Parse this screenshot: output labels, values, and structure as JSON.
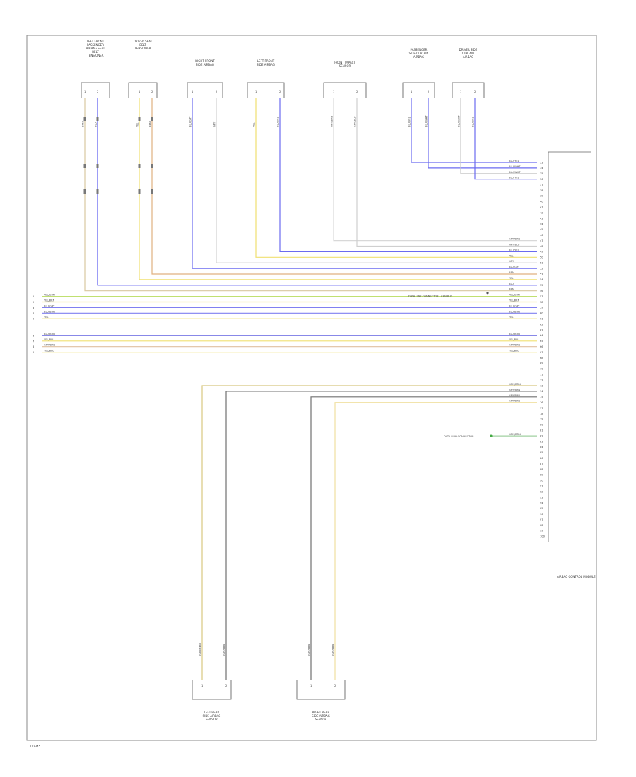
{
  "figure": {
    "code": "T12345"
  },
  "module": {
    "name": "AIRBAG CONTROL MODULE",
    "pins": [
      "33",
      "34",
      "35",
      "36",
      "37",
      "38",
      "39",
      "40",
      "41",
      "42",
      "43",
      "44",
      "45",
      "46",
      "47",
      "48",
      "49",
      "50",
      "51",
      "52",
      "53",
      "54",
      "55",
      "56",
      "57",
      "58",
      "59",
      "60",
      "61",
      "62",
      "63",
      "64",
      "65",
      "66",
      "67",
      "68",
      "69",
      "70",
      "71",
      "72",
      "73",
      "74",
      "75",
      "76",
      "77",
      "78",
      "79",
      "80",
      "81",
      "82",
      "83",
      "84",
      "85",
      "86",
      "87",
      "88",
      "89",
      "90",
      "91",
      "92",
      "93",
      "94",
      "95",
      "96",
      "97",
      "98",
      "99",
      "100"
    ]
  },
  "components": [
    {
      "id": "c1",
      "name": "LEFT FRONT PASSENGER AIRBAG SEAT BELT TENSIONER",
      "pins": [
        "1",
        "2"
      ]
    },
    {
      "id": "c2",
      "name": "DRIVER SEAT BELT TENSIONER",
      "pins": [
        "1",
        "2"
      ]
    },
    {
      "id": "c3",
      "name": "RIGHT FRONT SIDE AIRBAG",
      "pins": [
        "1",
        "2"
      ]
    },
    {
      "id": "c4",
      "name": "LEFT FRONT SIDE AIRBAG",
      "pins": [
        "1",
        "2"
      ]
    },
    {
      "id": "c5",
      "name": "FRONT IMPACT SENSOR",
      "pins": [
        "1",
        "2"
      ]
    },
    {
      "id": "c6",
      "name": "PASSENGER SIDE CURTAIN AIRBAG",
      "pins": [
        "1",
        "2"
      ]
    },
    {
      "id": "c7",
      "name": "DRIVER SIDE CURTAIN AIRBAG",
      "pins": [
        "1",
        "2"
      ]
    },
    {
      "id": "c8",
      "name": "LEFT REAR SIDE AIRBAG SENSOR",
      "pins": [
        "1",
        "2"
      ]
    },
    {
      "id": "c9",
      "name": "RIGHT REAR SIDE AIRBAG SENSOR",
      "pins": [
        "1",
        "2"
      ]
    }
  ],
  "wires": [
    {
      "id": "w1",
      "label": "BLU/YEL",
      "pin": "33",
      "color": "#6b6bf0"
    },
    {
      "id": "w2",
      "label": "BLU/WHT",
      "pin": "34",
      "color": "#6b6bf0"
    },
    {
      "id": "w3",
      "label": "BLU/WHT",
      "pin": "35",
      "color": "#c8c8c8"
    },
    {
      "id": "w4",
      "label": "BLU/YEL",
      "pin": "36",
      "color": "#6b6bf0"
    },
    {
      "id": "w5",
      "label": "GRY/BRN",
      "pin": "47",
      "color": "#d8d8d8"
    },
    {
      "id": "w6",
      "label": "GRY/BLU",
      "pin": "48",
      "color": "#cfcfcf"
    },
    {
      "id": "w7",
      "label": "BLU/YEL",
      "pin": "49",
      "color": "#6b6bf0"
    },
    {
      "id": "w8",
      "label": "YEL",
      "pin": "50",
      "color": "#f0e070"
    },
    {
      "id": "w9",
      "label": "GRY",
      "pin": "51",
      "color": "#d0d0d0"
    },
    {
      "id": "w10",
      "label": "BLU/GRY",
      "pin": "52",
      "color": "#6b6bf0"
    },
    {
      "id": "w11",
      "label": "BRN",
      "pin": "53",
      "color": "#e0b080"
    },
    {
      "id": "w12",
      "label": "YEL",
      "pin": "54",
      "color": "#f0e070"
    },
    {
      "id": "w13",
      "label": "BLU",
      "pin": "55",
      "color": "#5b5bf0"
    },
    {
      "id": "w14",
      "label": "BRN",
      "pin": "56",
      "color": "#d8c8a0"
    },
    {
      "id": "w15",
      "label": "YEL/GRN",
      "pin": "57",
      "color": "#c0e070"
    },
    {
      "id": "w16",
      "label": "YEL/BRN",
      "pin": "58",
      "color": "#f0e070"
    },
    {
      "id": "w17",
      "label": "BLU/GRY",
      "pin": "59",
      "color": "#8080f0"
    },
    {
      "id": "w18",
      "label": "BLU/BRN",
      "pin": "60",
      "color": "#8080f0"
    },
    {
      "id": "w19",
      "label": "YEL",
      "pin": "61",
      "color": "#f0e070"
    },
    {
      "id": "w20",
      "label": "BLU/BRN",
      "pin": "64",
      "color": "#6060e0"
    },
    {
      "id": "w21",
      "label": "YEL/BLU",
      "pin": "65",
      "color": "#f0e070"
    },
    {
      "id": "w22",
      "label": "GRY/BRN",
      "pin": "66",
      "color": "#e0c0a0"
    },
    {
      "id": "w23",
      "label": "YEL/BLU",
      "pin": "67",
      "color": "#f0e070"
    },
    {
      "id": "w24",
      "label": "GRN/BRN",
      "pin": "73",
      "color": "#d8c880"
    },
    {
      "id": "w25",
      "label": "GRY/BRN",
      "pin": "74",
      "color": "#707070"
    },
    {
      "id": "w26",
      "label": "GRY/BRN",
      "pin": "75",
      "color": "#707070"
    },
    {
      "id": "w27",
      "label": "GRY/BRN",
      "pin": "76",
      "color": "#f0e0a0"
    },
    {
      "id": "w28",
      "label": "GRN/BRN",
      "pin": "82",
      "color": "#a0d0a0"
    }
  ],
  "edge_wires": [
    {
      "id": "e1",
      "label": "YEL/GRN",
      "num": "1"
    },
    {
      "id": "e2",
      "label": "YEL/BRN",
      "num": "2"
    },
    {
      "id": "e3",
      "label": "BLU/GRY",
      "num": "3"
    },
    {
      "id": "e4",
      "label": "BLU/BRN",
      "num": "4"
    },
    {
      "id": "e5",
      "label": "YEL",
      "num": "5"
    },
    {
      "id": "e6",
      "label": "BLU/BRN",
      "num": "6"
    },
    {
      "id": "e7",
      "label": "YEL/BLU",
      "num": "7"
    },
    {
      "id": "e8",
      "label": "GRY/BRN",
      "num": "8"
    },
    {
      "id": "e9",
      "label": "YEL/BLU",
      "num": "9"
    }
  ],
  "grounds": [
    {
      "id": "g1",
      "label": "DATA LINK CONNECTOR / CAN BUS"
    },
    {
      "id": "g2",
      "label": "DATA LINK CONNECTOR"
    }
  ]
}
